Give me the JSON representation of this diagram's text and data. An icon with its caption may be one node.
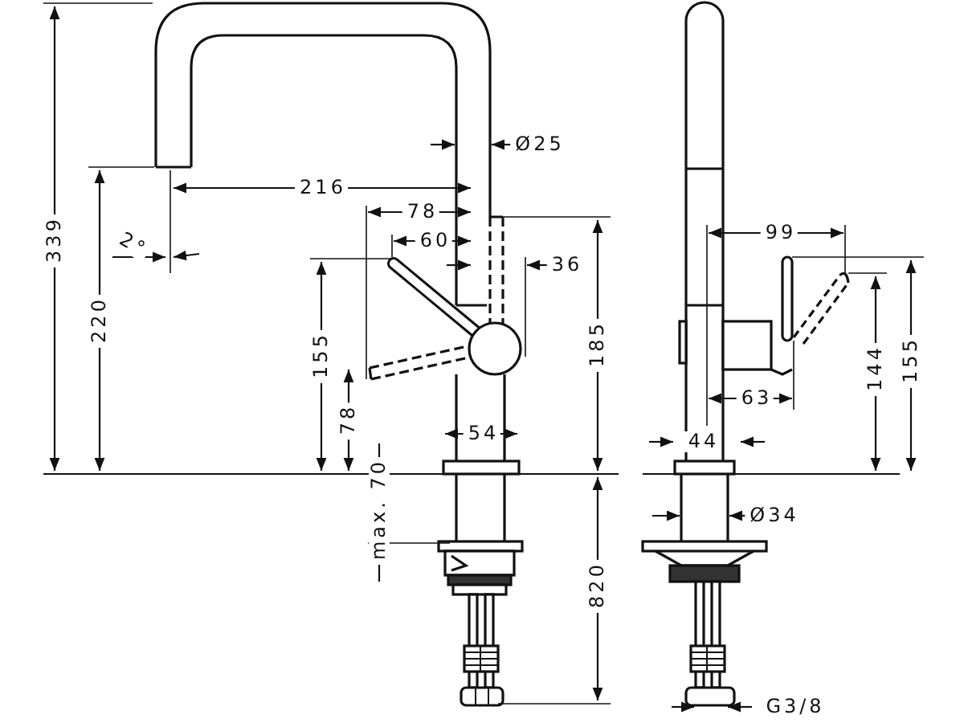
{
  "diagram": {
    "labels": [
      "339",
      "Ø25",
      "216",
      "78",
      "60",
      "36",
      "2°",
      "220",
      "155",
      "185",
      "78",
      "54",
      "max. 70",
      "820",
      "99",
      "155",
      "144",
      "63",
      "44",
      "Ø34",
      "G3/8"
    ]
  }
}
